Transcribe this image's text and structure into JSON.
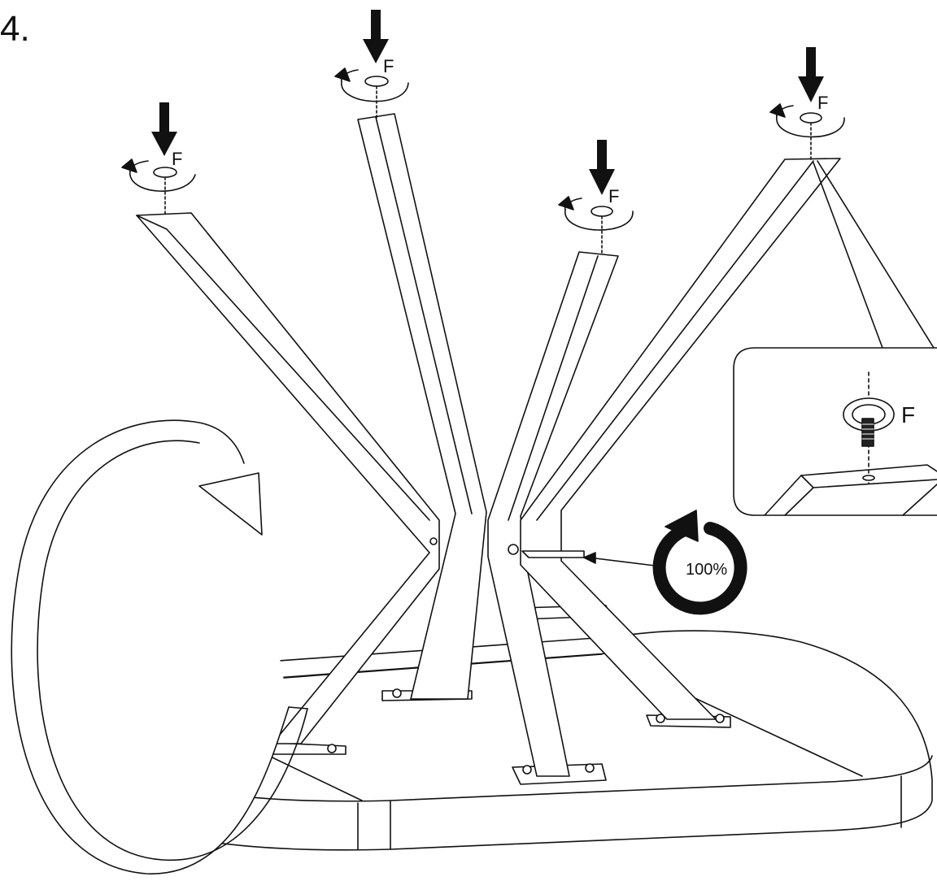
{
  "step": {
    "number": "4."
  },
  "parts": {
    "foot_label": "F"
  },
  "callout": {
    "torque": "100%"
  },
  "colors": {
    "line": "#111111",
    "paper": "#ffffff"
  }
}
